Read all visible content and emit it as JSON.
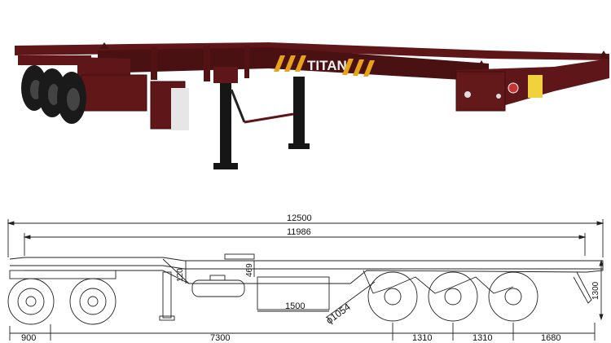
{
  "photo": {
    "brand_label": "TITAN",
    "colors": {
      "frame": "#5e1618",
      "frame_dark": "#3d0d0f",
      "stripe": "#e8a21a",
      "tire": "#1a1a1a",
      "leg": "#161616",
      "sticker": "#f2d23c"
    }
  },
  "drawing": {
    "dimensions": {
      "overall_length": "12500",
      "frame_length": "11986",
      "dim_120": "120",
      "dim_469": "469",
      "dim_1500": "1500",
      "dim_1300": "1300",
      "wheel_diameter": "ϕ1054",
      "front_overhang": "900",
      "kingpin_to_axle": "7300",
      "axle_spacing_1": "1310",
      "axle_spacing_2": "1310",
      "rear_overhang": "1680"
    }
  }
}
